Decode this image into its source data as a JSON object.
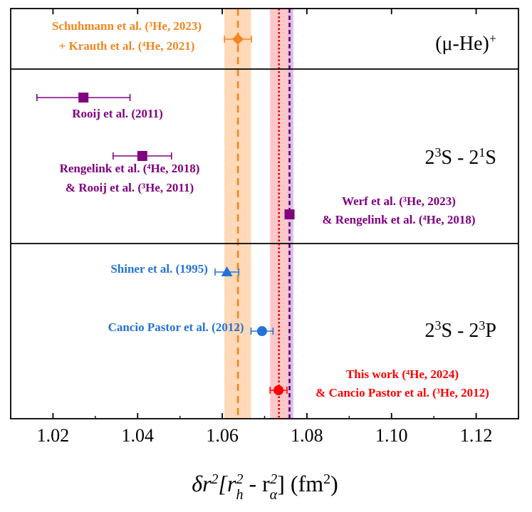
{
  "chart_data": {
    "type": "scatter",
    "x": {
      "lim": [
        1.01,
        1.13
      ],
      "ticks": [
        1.02,
        1.04,
        1.06,
        1.08,
        1.1,
        1.12
      ],
      "tick_labels": [
        "1.02",
        "1.04",
        "1.06",
        "1.08",
        "1.10",
        "1.12"
      ],
      "label": {
        "a": "δr",
        "a_sup": "2",
        "b": "[r",
        "b_sub": "h",
        "b_sup": "2",
        "c": " - r",
        "c_sub": "α",
        "c_sup": "2",
        "d": "] (fm",
        "d_sup": "2",
        "e": ")"
      }
    },
    "panels": [
      {
        "label": {
          "base": "(μ-He)",
          "sup": "+"
        },
        "bands": [
          {
            "center": 1.0637,
            "low": 1.0605,
            "high": 1.0668,
            "color": "#ffd9b8",
            "line": "#f4861f",
            "dash": "10,7"
          },
          {
            "center": 1.0759,
            "low": 1.0749,
            "high": 1.0768,
            "color": "#ddbfe3",
            "line": "#6a006a",
            "dash": "6,4"
          }
        ],
        "points": [
          {
            "x": 1.0637,
            "xerr": 0.0032,
            "marker": "diamond",
            "color": "#f4861f",
            "label": [
              "Schuhmann et al. (³He, 2023)",
              "+ Krauth et al. (⁴He, 2021)"
            ]
          }
        ]
      },
      {
        "label": {
          "a": "2",
          "a_sup": "3",
          "b": "S - 2",
          "b_sup": "1",
          "c": "S"
        },
        "bands": [],
        "points": [
          {
            "x": 1.0272,
            "xerr": 0.011,
            "marker": "square",
            "color": "#800080",
            "label": [
              "Rooij et al. (2011)"
            ]
          },
          {
            "x": 1.0411,
            "xerr": 0.0069,
            "marker": "square",
            "color": "#800080",
            "label": [
              "Rengelink et al. (⁴He, 2018)",
              "& Rooij et al. (³He, 2011)"
            ]
          },
          {
            "x": 1.0759,
            "xerr": 0.001,
            "marker": "square",
            "color": "#800080",
            "label": [
              "Werf et al. (³He, 2023)",
              "& Rengelink et al. (⁴He, 2018)"
            ]
          }
        ]
      },
      {
        "label": {
          "a": "2",
          "a_sup": "3",
          "b": "S - 2",
          "b_sup": "3",
          "c": "P"
        },
        "bands": [
          {
            "center": 1.0734,
            "low": 1.0713,
            "high": 1.0755,
            "color": "#ffc7c7",
            "line": "#e00000",
            "dash": "2.5,3"
          }
        ],
        "points": [
          {
            "x": 1.0611,
            "xerr": 0.0028,
            "marker": "triangle",
            "color": "#2473d6",
            "label": [
              "Shiner et al. (1995)"
            ]
          },
          {
            "x": 1.0694,
            "xerr": 0.0026,
            "marker": "circle",
            "color": "#2473d6",
            "label": [
              "Cancio Pastor et al. (2012)"
            ]
          },
          {
            "x": 1.0733,
            "xerr": 0.002,
            "marker": "circle",
            "color": "#ff0000",
            "label": [
              "This work (⁴He, 2024)",
              "& Cancio Pastor et al. (³He, 2012)"
            ]
          }
        ]
      }
    ]
  }
}
